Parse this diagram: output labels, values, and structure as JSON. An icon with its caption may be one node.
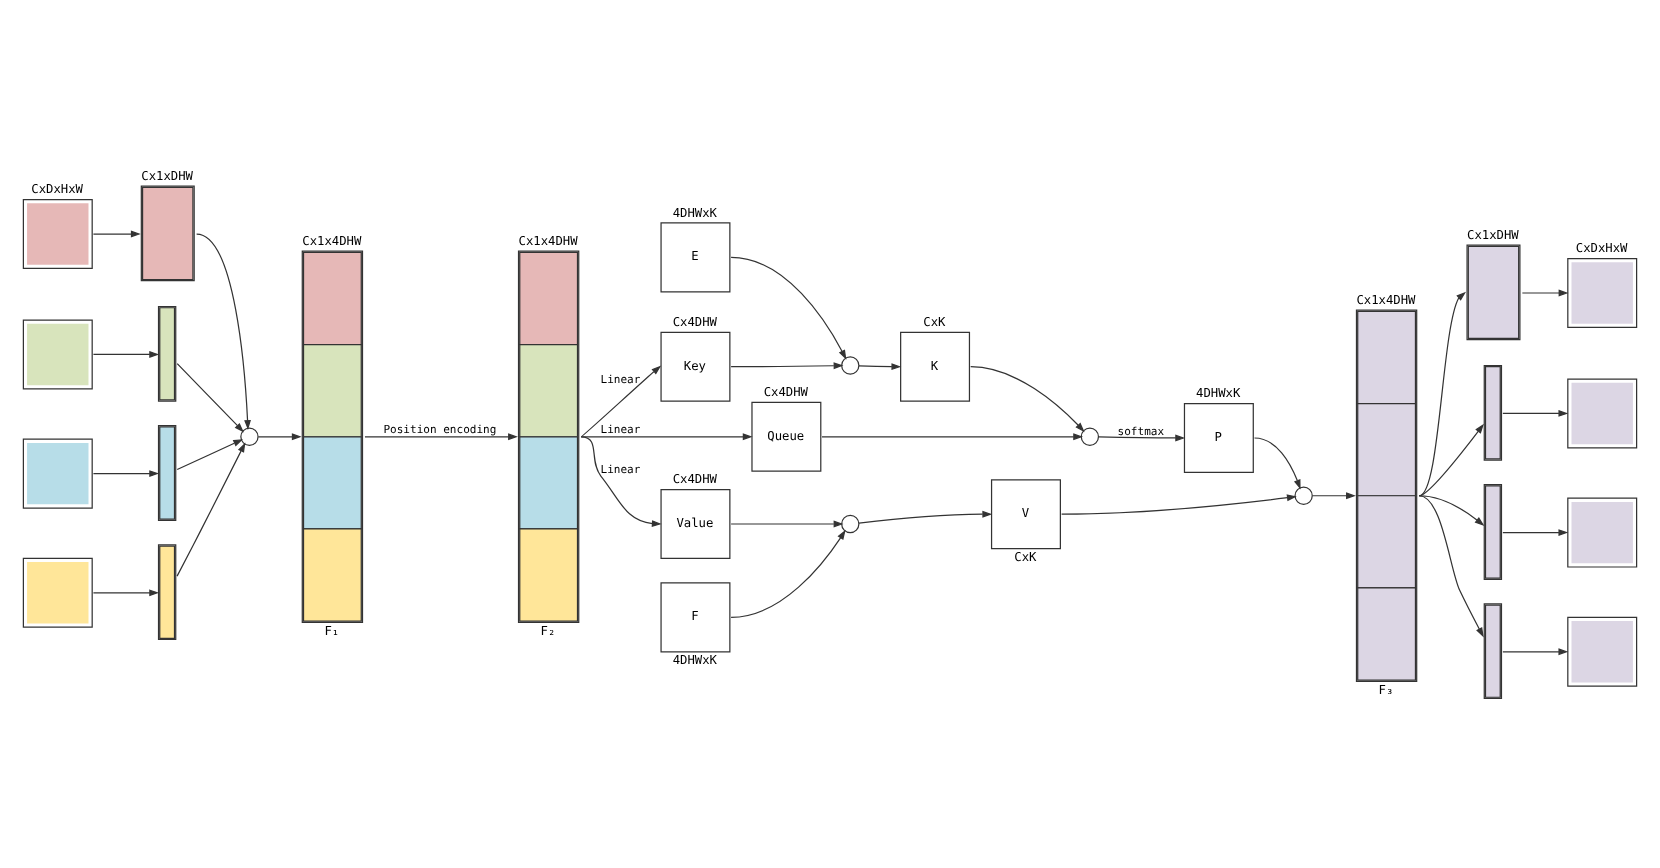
{
  "diagram": {
    "nodes": [
      {
        "text": [],
        "shape": "box",
        "beside": [
          "CxDxHxW"
        ]
      },
      {
        "text": [],
        "shape": "box"
      },
      {
        "text": [],
        "shape": "box"
      },
      {
        "text": [],
        "shape": "box"
      },
      {
        "text": [],
        "shape": "bar",
        "beside": [
          "Cx1xDHW"
        ]
      },
      {
        "text": [],
        "shape": "bar"
      },
      {
        "text": [],
        "shape": "bar"
      },
      {
        "text": [],
        "shape": "bar"
      },
      {
        "text": [],
        "shape": "circle"
      },
      {
        "text": [],
        "shape": "bar",
        "beside": [
          "Cx1x4DHW",
          "F₁"
        ]
      },
      {
        "text": [],
        "shape": "bar",
        "beside": [
          "Cx1x4DHW",
          "F₂"
        ]
      },
      {
        "text": [
          "Key"
        ],
        "beside": [
          "Cx4DHW"
        ]
      },
      {
        "text": [
          "Queue"
        ],
        "beside": [
          "Cx4DHW"
        ]
      },
      {
        "text": [
          "Value"
        ],
        "beside": [
          "Cx4DHW"
        ]
      },
      {
        "text": [
          "E"
        ],
        "beside": [
          "4DHWxK"
        ]
      },
      {
        "text": [],
        "shape": "circle"
      },
      {
        "text": [
          "K"
        ],
        "beside": [
          "CxK"
        ]
      },
      {
        "text": [],
        "shape": "circle"
      },
      {
        "text": [
          "P"
        ],
        "beside": [
          "4DHWxK"
        ]
      },
      {
        "text": [
          "F"
        ],
        "beside": [
          "4DHWxK"
        ]
      },
      {
        "text": [],
        "shape": "circle"
      },
      {
        "text": [
          "V"
        ],
        "beside": [
          "CxK"
        ]
      },
      {
        "text": [],
        "shape": "circle"
      },
      {
        "text": [],
        "shape": "bar",
        "beside": [
          "Cx1x4DHW",
          "F₃"
        ]
      },
      {
        "text": [],
        "shape": "bar",
        "beside": [
          "Cx1xDHW"
        ]
      },
      {
        "text": [],
        "shape": "bar"
      },
      {
        "text": [],
        "shape": "bar"
      },
      {
        "text": [],
        "shape": "bar"
      },
      {
        "text": [],
        "shape": "box",
        "beside": [
          "CxDxHxW"
        ]
      },
      {
        "text": [],
        "shape": "box"
      },
      {
        "text": [],
        "shape": "box"
      },
      {
        "text": [],
        "shape": "box"
      }
    ],
    "edges": [
      {
        "from": 0,
        "to": 4,
        "arrow": "to"
      },
      {
        "from": 1,
        "to": 5,
        "arrow": "to"
      },
      {
        "from": 2,
        "to": 6,
        "arrow": "to"
      },
      {
        "from": 3,
        "to": 7,
        "arrow": "to"
      },
      {
        "from": 4,
        "to": 8,
        "arrow": "to"
      },
      {
        "from": 5,
        "to": 8,
        "arrow": "to"
      },
      {
        "from": 6,
        "to": 8,
        "arrow": "to"
      },
      {
        "from": 7,
        "to": 8,
        "arrow": "to"
      },
      {
        "from": 8,
        "to": 9,
        "arrow": "to"
      },
      {
        "from": 9,
        "to": 10,
        "arrow": "to",
        "label": "Position encoding"
      },
      {
        "from": 10,
        "to": 11,
        "arrow": "to",
        "label": "Linear"
      },
      {
        "from": 10,
        "to": 12,
        "arrow": "to",
        "label": "Linear"
      },
      {
        "from": 10,
        "to": 13,
        "arrow": "to",
        "label": "Linear"
      },
      {
        "from": 11,
        "to": 15,
        "arrow": "to"
      },
      {
        "from": 14,
        "to": 15,
        "arrow": "to"
      },
      {
        "from": 15,
        "to": 16,
        "arrow": "to"
      },
      {
        "from": 16,
        "to": 17,
        "arrow": "to"
      },
      {
        "from": 12,
        "to": 17,
        "arrow": "to"
      },
      {
        "from": 17,
        "to": 18,
        "arrow": "to",
        "label": "softmax"
      },
      {
        "from": 13,
        "to": 20,
        "arrow": "to"
      },
      {
        "from": 19,
        "to": 20,
        "arrow": "to"
      },
      {
        "from": 20,
        "to": 21,
        "arrow": "to"
      },
      {
        "from": 18,
        "to": 22,
        "arrow": "to"
      },
      {
        "from": 21,
        "to": 22,
        "arrow": "to"
      },
      {
        "from": 22,
        "to": 23,
        "arrow": "to"
      },
      {
        "from": 23,
        "to": 24,
        "arrow": "to"
      },
      {
        "from": 23,
        "to": 25,
        "arrow": "to"
      },
      {
        "from": 23,
        "to": 26,
        "arrow": "to"
      },
      {
        "from": 23,
        "to": 27,
        "arrow": "to"
      },
      {
        "from": 24,
        "to": 28,
        "arrow": "to"
      },
      {
        "from": 25,
        "to": 29,
        "arrow": "to"
      },
      {
        "from": 26,
        "to": 30,
        "arrow": "to"
      },
      {
        "from": 27,
        "to": 31,
        "arrow": "to"
      }
    ]
  }
}
